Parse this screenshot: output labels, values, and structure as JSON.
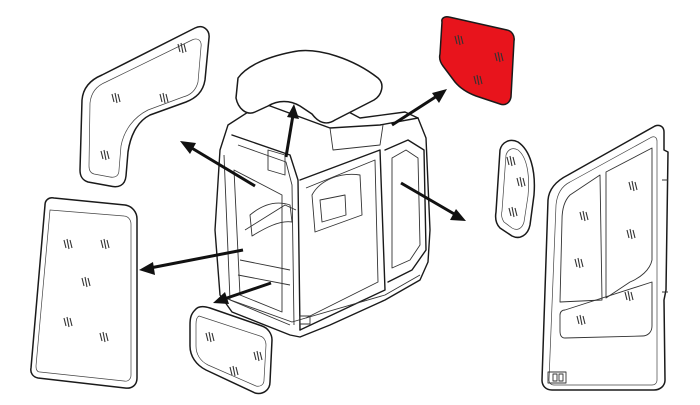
{
  "diagram": {
    "highlight_color": "#e8141c",
    "line_color": "#1a1a1a",
    "parts": [
      {
        "id": "rear-left-upper-glass",
        "highlighted": false
      },
      {
        "id": "roof-glass",
        "highlighted": false
      },
      {
        "id": "upper-right-rear-glass",
        "highlighted": true
      },
      {
        "id": "right-side-small-glass",
        "highlighted": false
      },
      {
        "id": "door-glass",
        "highlighted": false
      },
      {
        "id": "left-large-glass",
        "highlighted": false
      },
      {
        "id": "front-lower-glass",
        "highlighted": false
      }
    ]
  }
}
